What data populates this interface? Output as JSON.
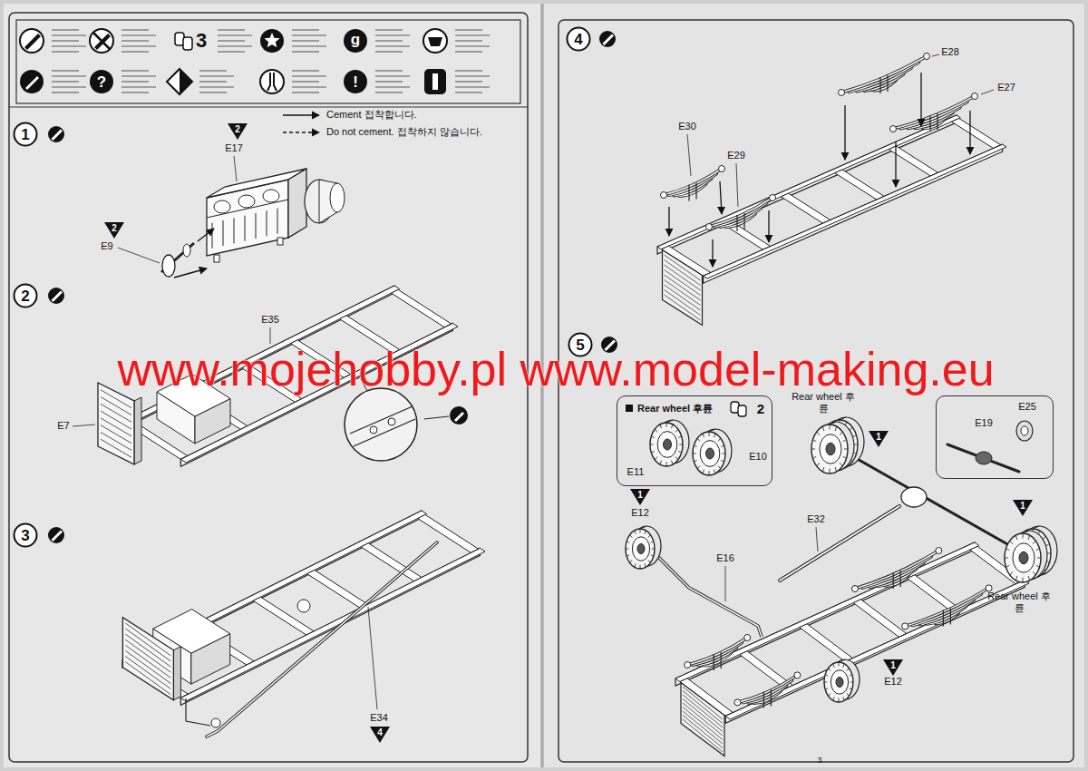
{
  "diagram": {
    "nodes": [
      {
        "text": [
          "1"
        ]
      },
      {
        "text": [
          "2"
        ]
      },
      {
        "text": [
          "2"
        ]
      },
      {
        "text": [
          "2"
        ]
      },
      {
        "text": [
          "3"
        ]
      },
      {
        "text": [
          "4"
        ]
      },
      {
        "text": [
          "4"
        ]
      },
      {
        "text": [
          "5"
        ]
      },
      {
        "text": [
          "Rear wheel 후륜",
          "2",
          "E11",
          "E10"
        ]
      },
      {
        "text": [
          "E25",
          "E19"
        ]
      },
      {
        "text": [
          "1"
        ]
      },
      {
        "text": [
          "1"
        ]
      },
      {
        "text": [
          "1"
        ]
      },
      {
        "text": [
          "1"
        ]
      }
    ],
    "labels": [
      "3",
      "g",
      "?",
      "!",
      "Cement 접착합니다.",
      "Do not cement. 접착하지 않습니다.",
      "E17",
      "E9",
      "E35",
      "E7",
      "E34",
      "E28",
      "E27",
      "E30",
      "E29",
      "E32",
      "E16",
      "E12",
      "Rear wheel 후륜",
      "E12",
      "Rear wheel 후륜",
      "3",
      "www.mojehobby.pl www.model-making.eu"
    ]
  }
}
